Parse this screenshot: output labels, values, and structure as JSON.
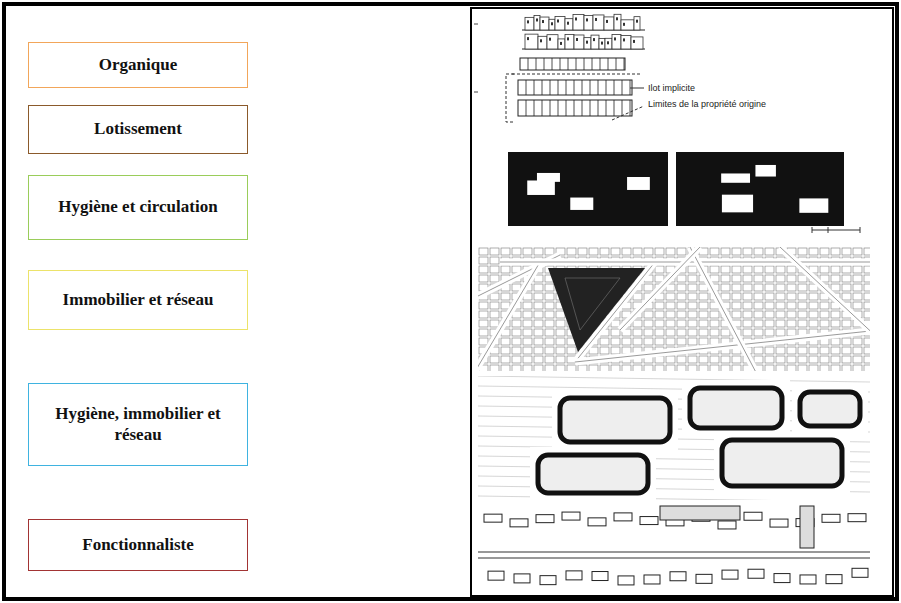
{
  "diagram": {
    "nodes": [
      {
        "text": [
          "Organique"
        ]
      },
      {
        "text": [
          "Lotissement"
        ]
      },
      {
        "text": [
          "Hygiène et circulation"
        ]
      },
      {
        "text": [
          "Immobilier et réseau"
        ]
      },
      {
        "text": [
          "Hygiène, immobilier et réseau"
        ]
      },
      {
        "text": [
          "Fonctionnaliste"
        ]
      }
    ],
    "labels": [
      "Ilot implicite",
      "Limites de la propriété origine"
    ]
  }
}
